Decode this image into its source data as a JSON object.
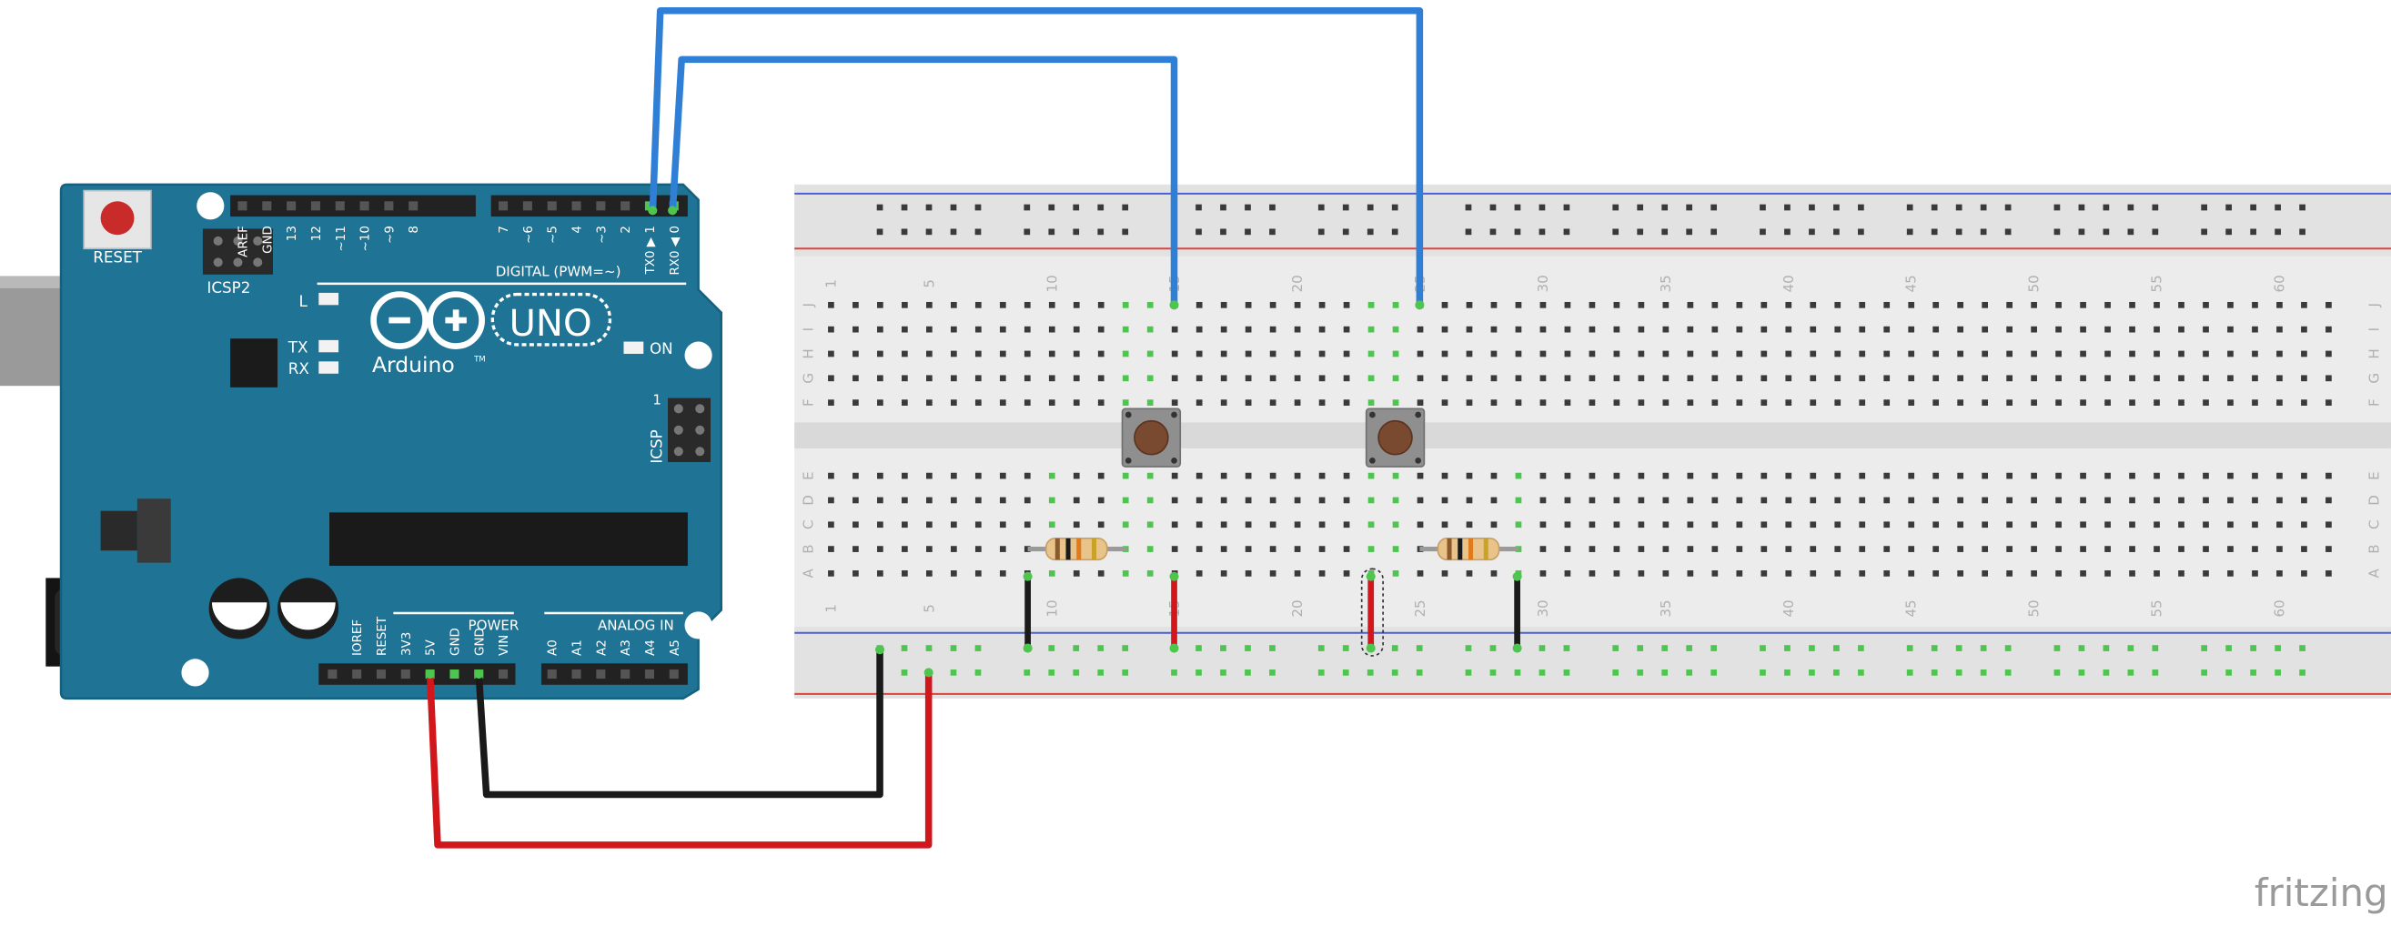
{
  "arduino": {
    "reset_label": "RESET",
    "icsp2_label": "ICSP2",
    "icsp_label": "ICSP",
    "icsp_pin1": "1",
    "digital_header_label": "DIGITAL (PWM=~)",
    "power_header_label": "POWER",
    "analog_header_label": "ANALOG IN",
    "brand_label": "Arduino",
    "trademark": "TM",
    "model_label": "UNO",
    "led_l_label": "L",
    "led_tx_label": "TX",
    "led_rx_label": "RX",
    "led_on_label": "ON",
    "digital_pins": [
      "AREF",
      "GND",
      "13",
      "12",
      "~11",
      "~10",
      "~9",
      "8",
      "7",
      "~6",
      "~5",
      "4",
      "~3",
      "2",
      "TX0 ▶ 1",
      "RX0 ◀ 0"
    ],
    "power_pins": [
      "IOREF",
      "RESET",
      "3V3",
      "5V",
      "GND",
      "GND",
      "VIN"
    ],
    "analog_pins": [
      "A0",
      "A1",
      "A2",
      "A3",
      "A4",
      "A5"
    ]
  },
  "breadboard": {
    "row_letters_top": [
      "J",
      "I",
      "H",
      "G",
      "F"
    ],
    "row_letters_bottom": [
      "E",
      "D",
      "C",
      "B",
      "A"
    ],
    "column_numbers": [
      "1",
      "5",
      "10",
      "15",
      "20",
      "25",
      "30",
      "35",
      "40",
      "45",
      "50",
      "55",
      "60"
    ]
  },
  "watermark": "fritzing",
  "colors": {
    "board": "#1f7394",
    "board_edge": "#16607d",
    "wire_blue": "#2f7fd6",
    "wire_red": "#d1161c",
    "wire_black": "#1a1a1a",
    "breadboard": "#ededed",
    "rail_red": "#d9453f",
    "rail_blue": "#4b5fd1",
    "highlight": "#4ec54e"
  }
}
